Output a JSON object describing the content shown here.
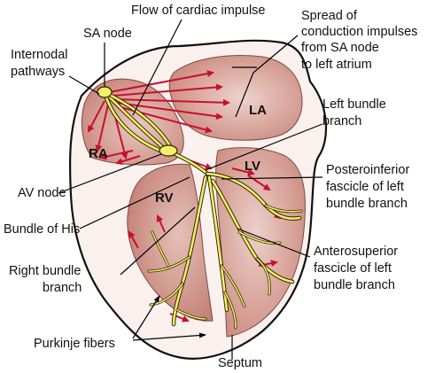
{
  "labels": {
    "flow": "Flow of cardiac impulse",
    "sa_node": "SA node",
    "spread_line1": "Spread of",
    "spread_line2": "conduction impulses",
    "spread_line3": "from SA node",
    "spread_line4": "to left atrium",
    "internodal_line1": "Internodal",
    "internodal_line2": "pathways",
    "left_bundle_line1": "Left bundle",
    "left_bundle_line2": "branch",
    "av_node": "AV node",
    "bundle_his": "Bundle of His",
    "posteroinferior_line1": "Posteroinferior",
    "posteroinferior_line2": "fascicle of left",
    "posteroinferior_line3": "bundle branch",
    "right_bundle_line1": "Right bundle",
    "right_bundle_line2": "branch",
    "anterosuperior_line1": "Anterosuperior",
    "anterosuperior_line2": "fascicle of left",
    "anterosuperior_line3": "bundle branch",
    "purkinje": "Purkinje fibers",
    "septum": "Septum"
  },
  "chambers": {
    "ra": "RA",
    "la": "LA",
    "rv": "RV",
    "lv": "LV"
  },
  "colors": {
    "chamber_fill": "#d49b90",
    "conduction": "#f4ee6a",
    "arrows": "#c8102e"
  }
}
